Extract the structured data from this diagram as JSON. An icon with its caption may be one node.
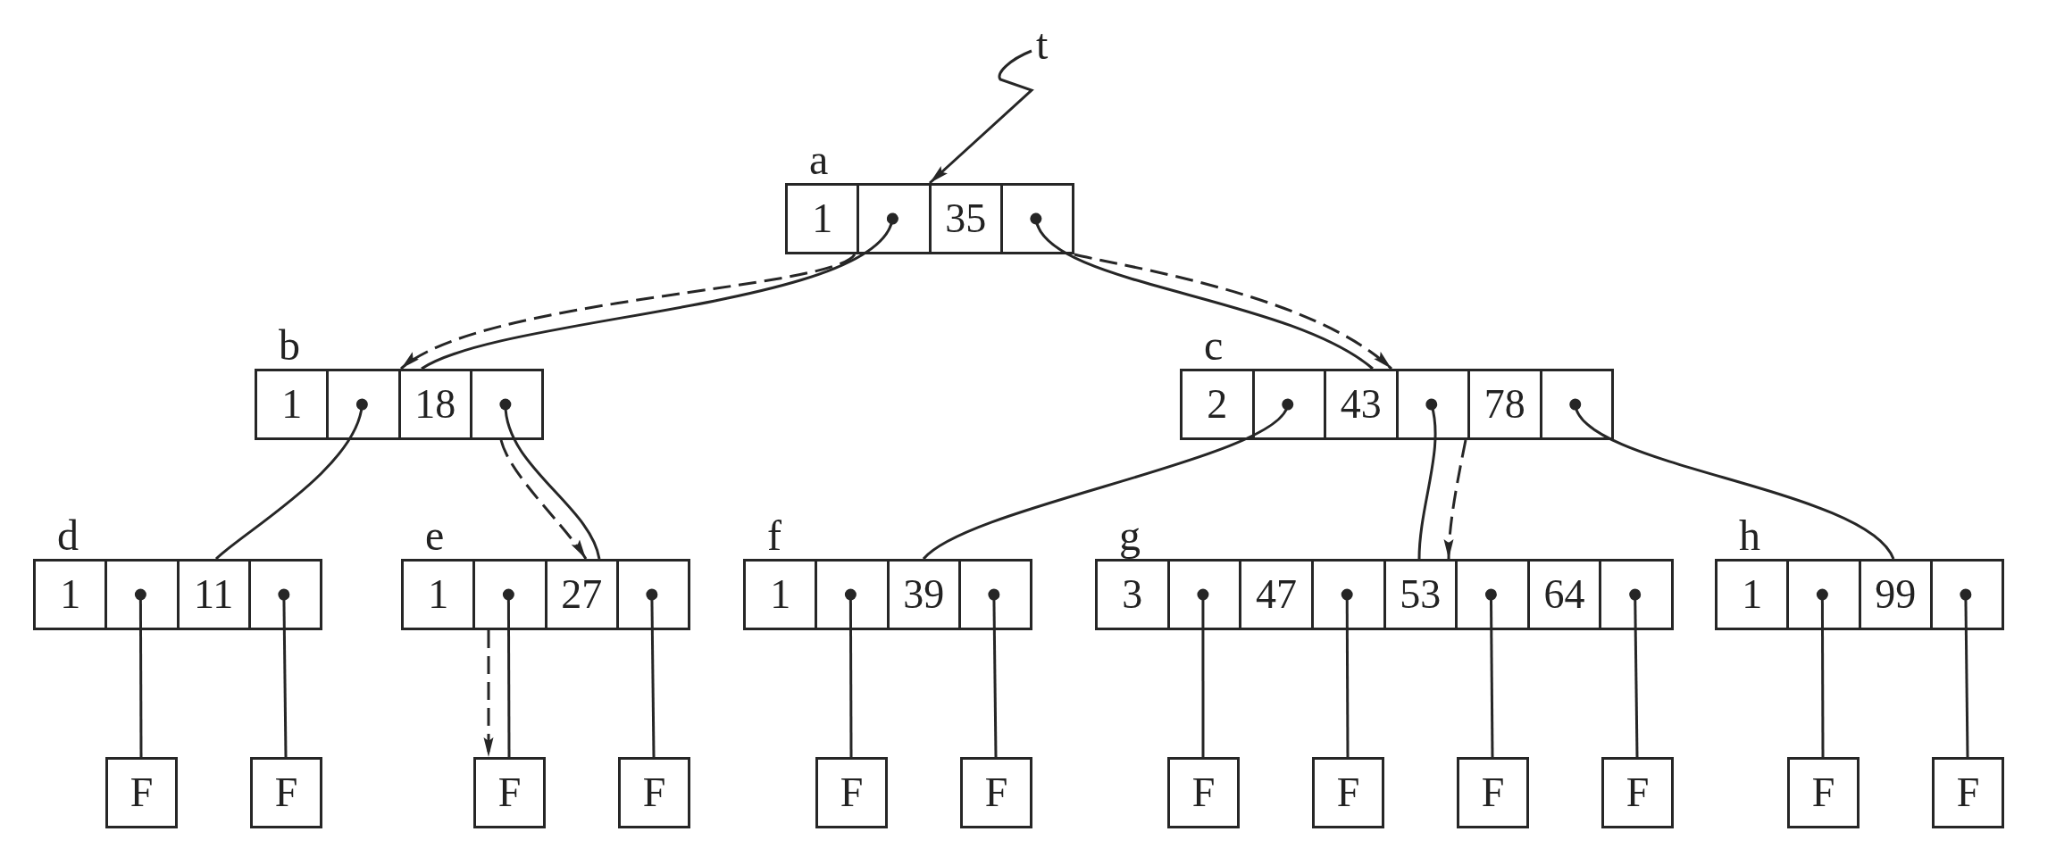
{
  "diagram": {
    "nodes": [
      {
        "text": [
          "t"
        ]
      },
      {
        "text": [
          "a",
          "1",
          "35"
        ]
      },
      {
        "text": [
          "b",
          "1",
          "18"
        ]
      },
      {
        "text": [
          "c",
          "2",
          "43",
          "78"
        ]
      },
      {
        "text": [
          "d",
          "1",
          "11"
        ]
      },
      {
        "text": [
          "e",
          "1",
          "27"
        ]
      },
      {
        "text": [
          "f",
          "1",
          "39"
        ]
      },
      {
        "text": [
          "g",
          "3",
          "47",
          "53",
          "64"
        ]
      },
      {
        "text": [
          "h",
          "1",
          "99"
        ]
      },
      {
        "text": [
          "F"
        ]
      },
      {
        "text": [
          "F"
        ]
      },
      {
        "text": [
          "F"
        ]
      },
      {
        "text": [
          "F"
        ]
      },
      {
        "text": [
          "F"
        ]
      },
      {
        "text": [
          "F"
        ]
      },
      {
        "text": [
          "F"
        ]
      },
      {
        "text": [
          "F"
        ]
      },
      {
        "text": [
          "F"
        ]
      },
      {
        "text": [
          "F"
        ]
      },
      {
        "text": [
          "F"
        ]
      },
      {
        "text": [
          "F"
        ]
      }
    ],
    "edges": [
      {
        "from": 0,
        "to": 1,
        "arrow": "to"
      },
      {
        "from": 1,
        "to": 2,
        "arrow": "other"
      },
      {
        "from": 1,
        "to": 3,
        "arrow": "other"
      },
      {
        "from": 2,
        "to": 4,
        "arrow": "other"
      },
      {
        "from": 2,
        "to": 5,
        "arrow": "other"
      },
      {
        "from": 3,
        "to": 6,
        "arrow": "other"
      },
      {
        "from": 3,
        "to": 7,
        "arrow": "other"
      },
      {
        "from": 3,
        "to": 8,
        "arrow": "other"
      },
      {
        "from": 4,
        "to": 9,
        "arrow": "other"
      },
      {
        "from": 4,
        "to": 10,
        "arrow": "other"
      },
      {
        "from": 5,
        "to": 11,
        "arrow": "other"
      },
      {
        "from": 5,
        "to": 12,
        "arrow": "other"
      },
      {
        "from": 6,
        "to": 13,
        "arrow": "other"
      },
      {
        "from": 6,
        "to": 14,
        "arrow": "other"
      },
      {
        "from": 7,
        "to": 15,
        "arrow": "other"
      },
      {
        "from": 7,
        "to": 16,
        "arrow": "other"
      },
      {
        "from": 7,
        "to": 17,
        "arrow": "other"
      },
      {
        "from": 7,
        "to": 18,
        "arrow": "other"
      },
      {
        "from": 8,
        "to": 19,
        "arrow": "other"
      },
      {
        "from": 8,
        "to": 20,
        "arrow": "other"
      },
      {
        "from": 1,
        "to": 2,
        "arrow": "to",
        "style": "dashed"
      },
      {
        "from": 1,
        "to": 3,
        "arrow": "to",
        "style": "dashed"
      },
      {
        "from": 2,
        "to": 5,
        "arrow": "to",
        "style": "dashed"
      },
      {
        "from": 3,
        "to": 7,
        "arrow": "to",
        "style": "dashed"
      },
      {
        "from": 5,
        "to": 11,
        "arrow": "to",
        "style": "dashed"
      }
    ]
  }
}
